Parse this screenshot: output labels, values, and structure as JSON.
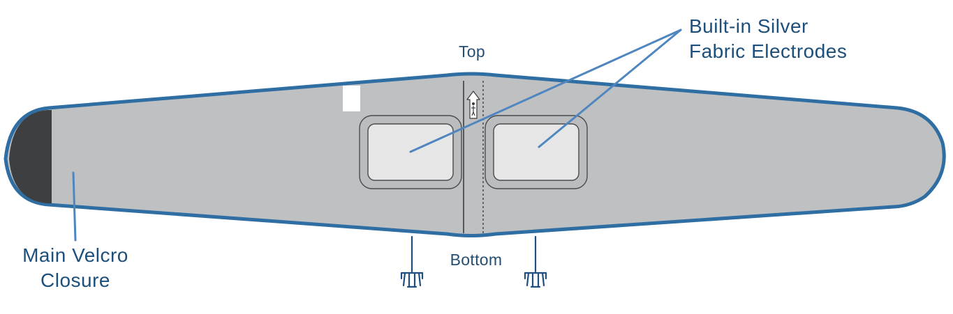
{
  "labels": {
    "top": "Top",
    "bottom": "Bottom",
    "electrodes_line1": "Built-in Silver",
    "electrodes_line2": "Fabric Electrodes",
    "velcro_line1": "Main Velcro",
    "velcro_line2": "Closure"
  },
  "colors": {
    "belt_fill": "#bfc0c2",
    "belt_outline": "#2f6ea3",
    "velcro_patch": "#3e3f41",
    "pad_fill": "#e6e6e7",
    "pad_frame": "#bbbcbe",
    "pad_border": "#4a4b4d",
    "leader_line": "#4f86c0",
    "callout_text": "#1c4f7c",
    "connector": "#1f4f82"
  },
  "icons": {
    "orientation": "up-arrow-person-icon",
    "connectors": "snap-connector-icon"
  }
}
